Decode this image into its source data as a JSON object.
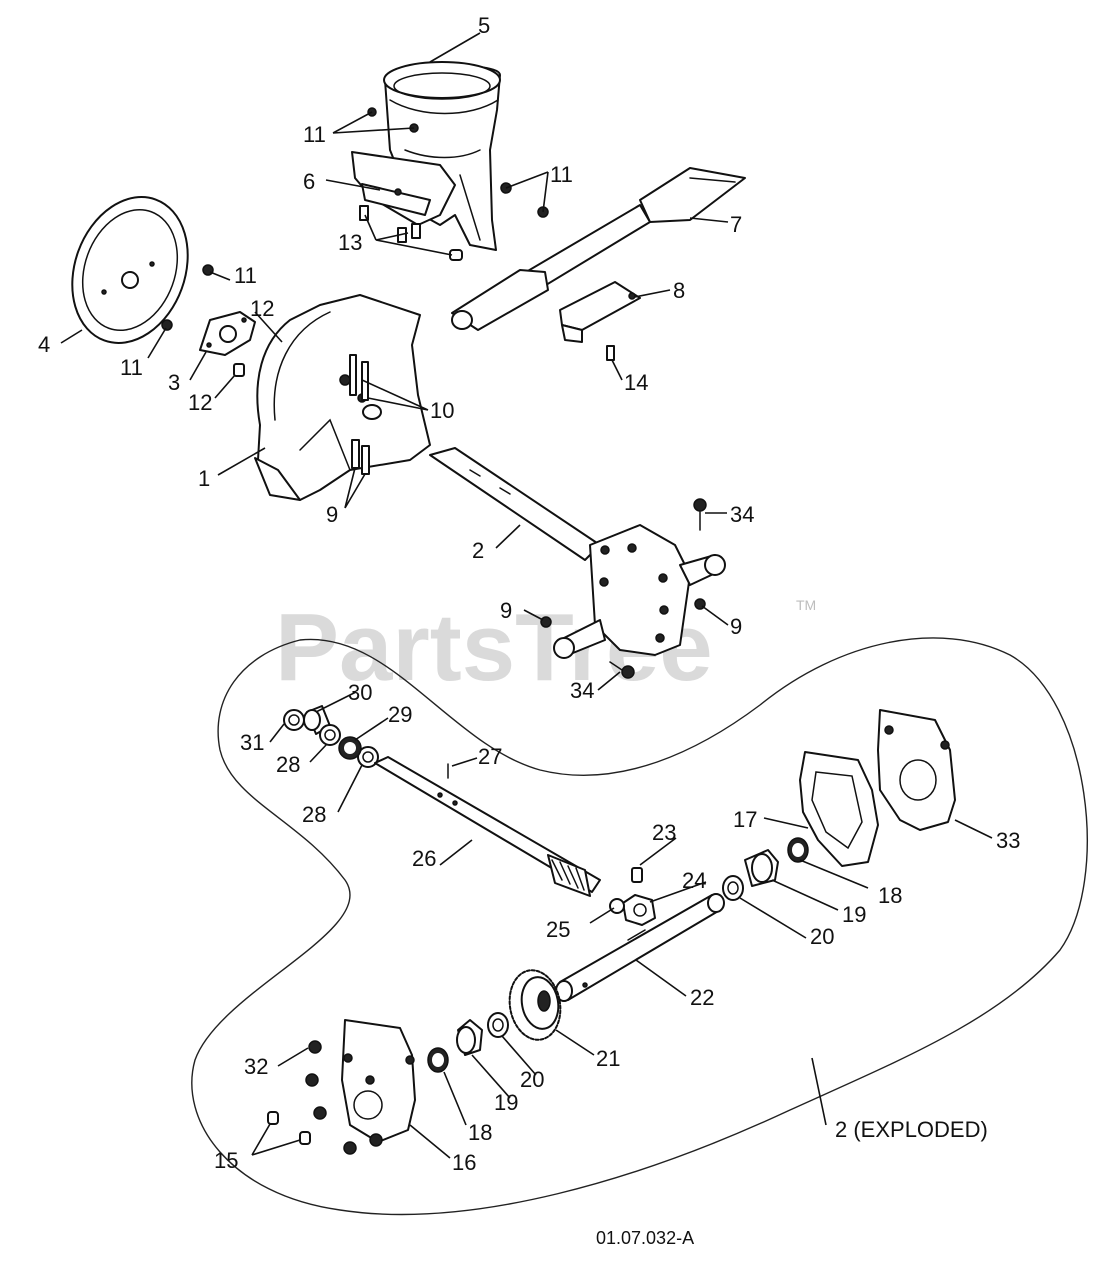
{
  "watermark": {
    "text": "PartsTree",
    "trademark": "TM"
  },
  "callouts": {
    "c1": "1",
    "c2": "2",
    "c2x": "2 (EXPLODED)",
    "c3": "3",
    "c4": "4",
    "c5": "5",
    "c6": "6",
    "c7": "7",
    "c8": "8",
    "c9": "9",
    "c10": "10",
    "c11": "11",
    "c12": "12",
    "c13": "13",
    "c14": "14",
    "c15": "15",
    "c16": "16",
    "c17": "17",
    "c18": "18",
    "c19": "19",
    "c20": "20",
    "c21": "21",
    "c22": "22",
    "c23": "23",
    "c24": "24",
    "c25": "25",
    "c26": "26",
    "c27": "27",
    "c28": "28",
    "c29": "29",
    "c30": "30",
    "c31": "31",
    "c32": "32",
    "c33": "33",
    "c34": "34"
  },
  "drawing_number": "01.07.032-A"
}
